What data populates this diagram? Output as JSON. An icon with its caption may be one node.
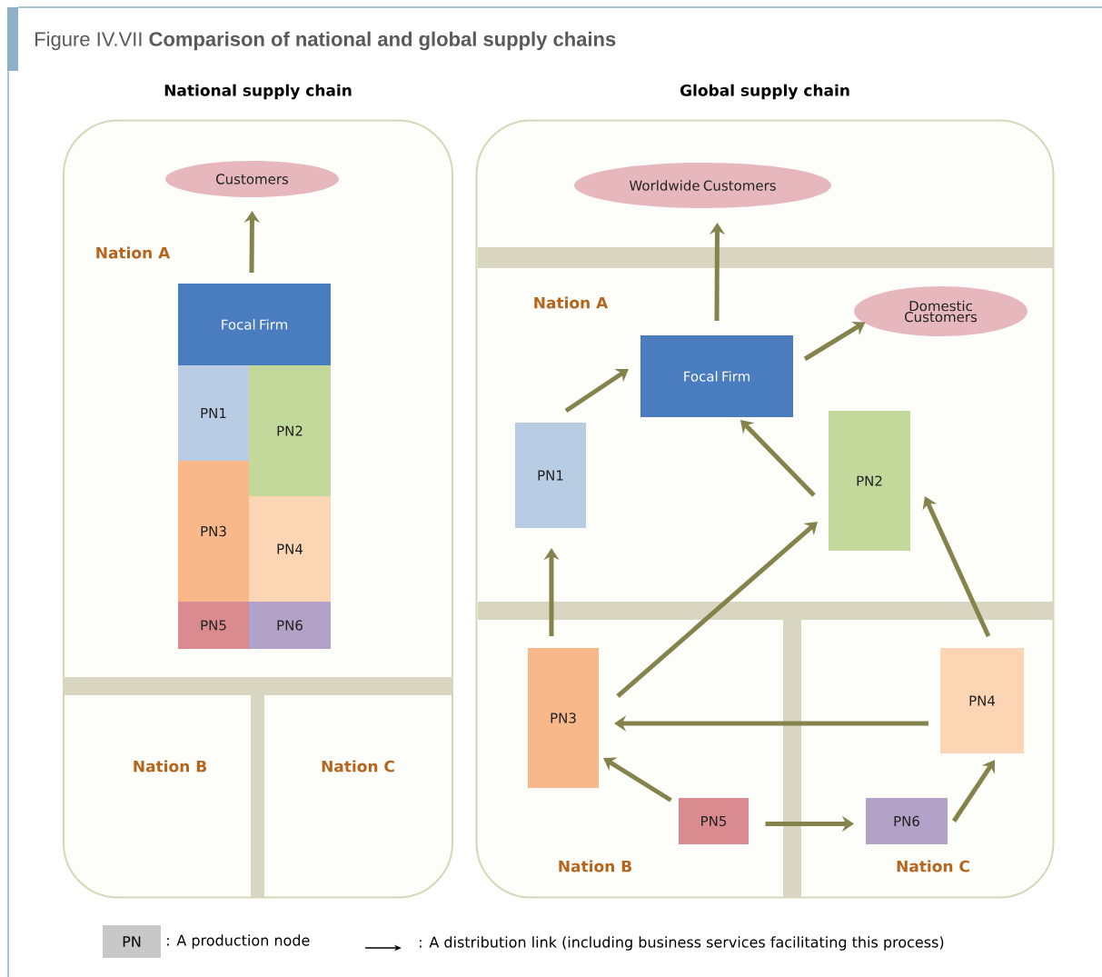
{
  "diagram": {
    "title": "Figure IV.VII **Comparison of national and global supply chains**",
    "nodes": [
      {
        "text": [
          "National supply chain"
        ]
      },
      {
        "text": [
          "Customers"
        ],
        "in": 0
      },
      {
        "text": [
          "Focal Firm"
        ],
        "in": 0
      },
      {
        "text": [
          "PN1"
        ],
        "in": 0
      },
      {
        "text": [
          "PN2"
        ],
        "in": 0
      },
      {
        "text": [
          "PN3"
        ],
        "in": 0
      },
      {
        "text": [
          "PN4"
        ],
        "in": 0
      },
      {
        "text": [
          "PN5"
        ],
        "in": 0
      },
      {
        "text": [
          "PN6"
        ],
        "in": 0
      },
      {
        "text": [
          "Global supply chain"
        ]
      },
      {
        "text": [
          "Worldwide Customers"
        ],
        "in": 9
      },
      {
        "text": [
          "Domestic Customers"
        ],
        "in": 9
      },
      {
        "text": [
          "Focal Firm"
        ],
        "in": 9
      },
      {
        "text": [
          "PN1"
        ],
        "in": 9
      },
      {
        "text": [
          "PN2"
        ],
        "in": 9
      },
      {
        "text": [
          "PN3"
        ],
        "in": 9
      },
      {
        "text": [
          "PN4"
        ],
        "in": 9
      },
      {
        "text": [
          "PN5"
        ],
        "in": 9
      },
      {
        "text": [
          "PN6"
        ],
        "in": 9
      }
    ],
    "edges": [
      {
        "from": 2,
        "to": 1,
        "arrow": "to"
      },
      {
        "from": 12,
        "to": 10,
        "arrow": "to"
      },
      {
        "from": 12,
        "to": 11,
        "arrow": "to"
      },
      {
        "from": 13,
        "to": 12,
        "arrow": "to"
      },
      {
        "from": 14,
        "to": 12,
        "arrow": "to"
      },
      {
        "from": 15,
        "to": 13,
        "arrow": "to"
      },
      {
        "from": 15,
        "to": 14,
        "arrow": "to"
      },
      {
        "from": 16,
        "to": 14,
        "arrow": "to"
      },
      {
        "from": 16,
        "to": 15,
        "arrow": "to"
      },
      {
        "from": 17,
        "to": 15,
        "arrow": "to"
      },
      {
        "from": 17,
        "to": 18,
        "arrow": "to"
      },
      {
        "from": 18,
        "to": 16,
        "arrow": "to"
      }
    ],
    "labels": [
      "Nation A",
      "Nation B",
      "Nation C",
      "Nation A",
      "Nation B",
      "Nation C",
      "PN"
    ],
    "legend": [
      {
        "text": ": A production node",
        "color": "#c8c8c8"
      },
      {
        "text": ": A distribution link (including business services facilitating this process)"
      }
    ]
  }
}
